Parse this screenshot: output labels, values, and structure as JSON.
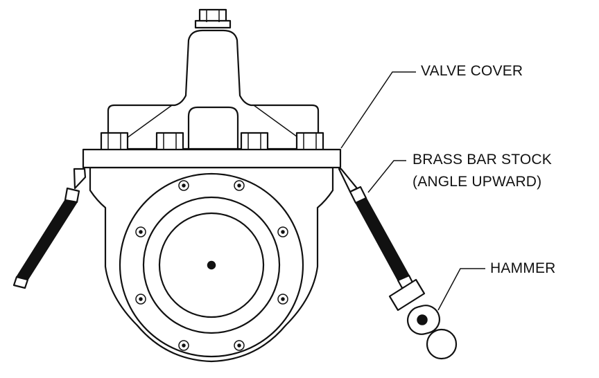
{
  "labels": {
    "valve_cover": "VALVE COVER",
    "brass_bar_stock_line1": "BRASS BAR STOCK",
    "brass_bar_stock_line2": "(ANGLE UPWARD)",
    "hammer": "HAMMER"
  },
  "colors": {
    "ink": "#111111",
    "background": "#ffffff"
  }
}
